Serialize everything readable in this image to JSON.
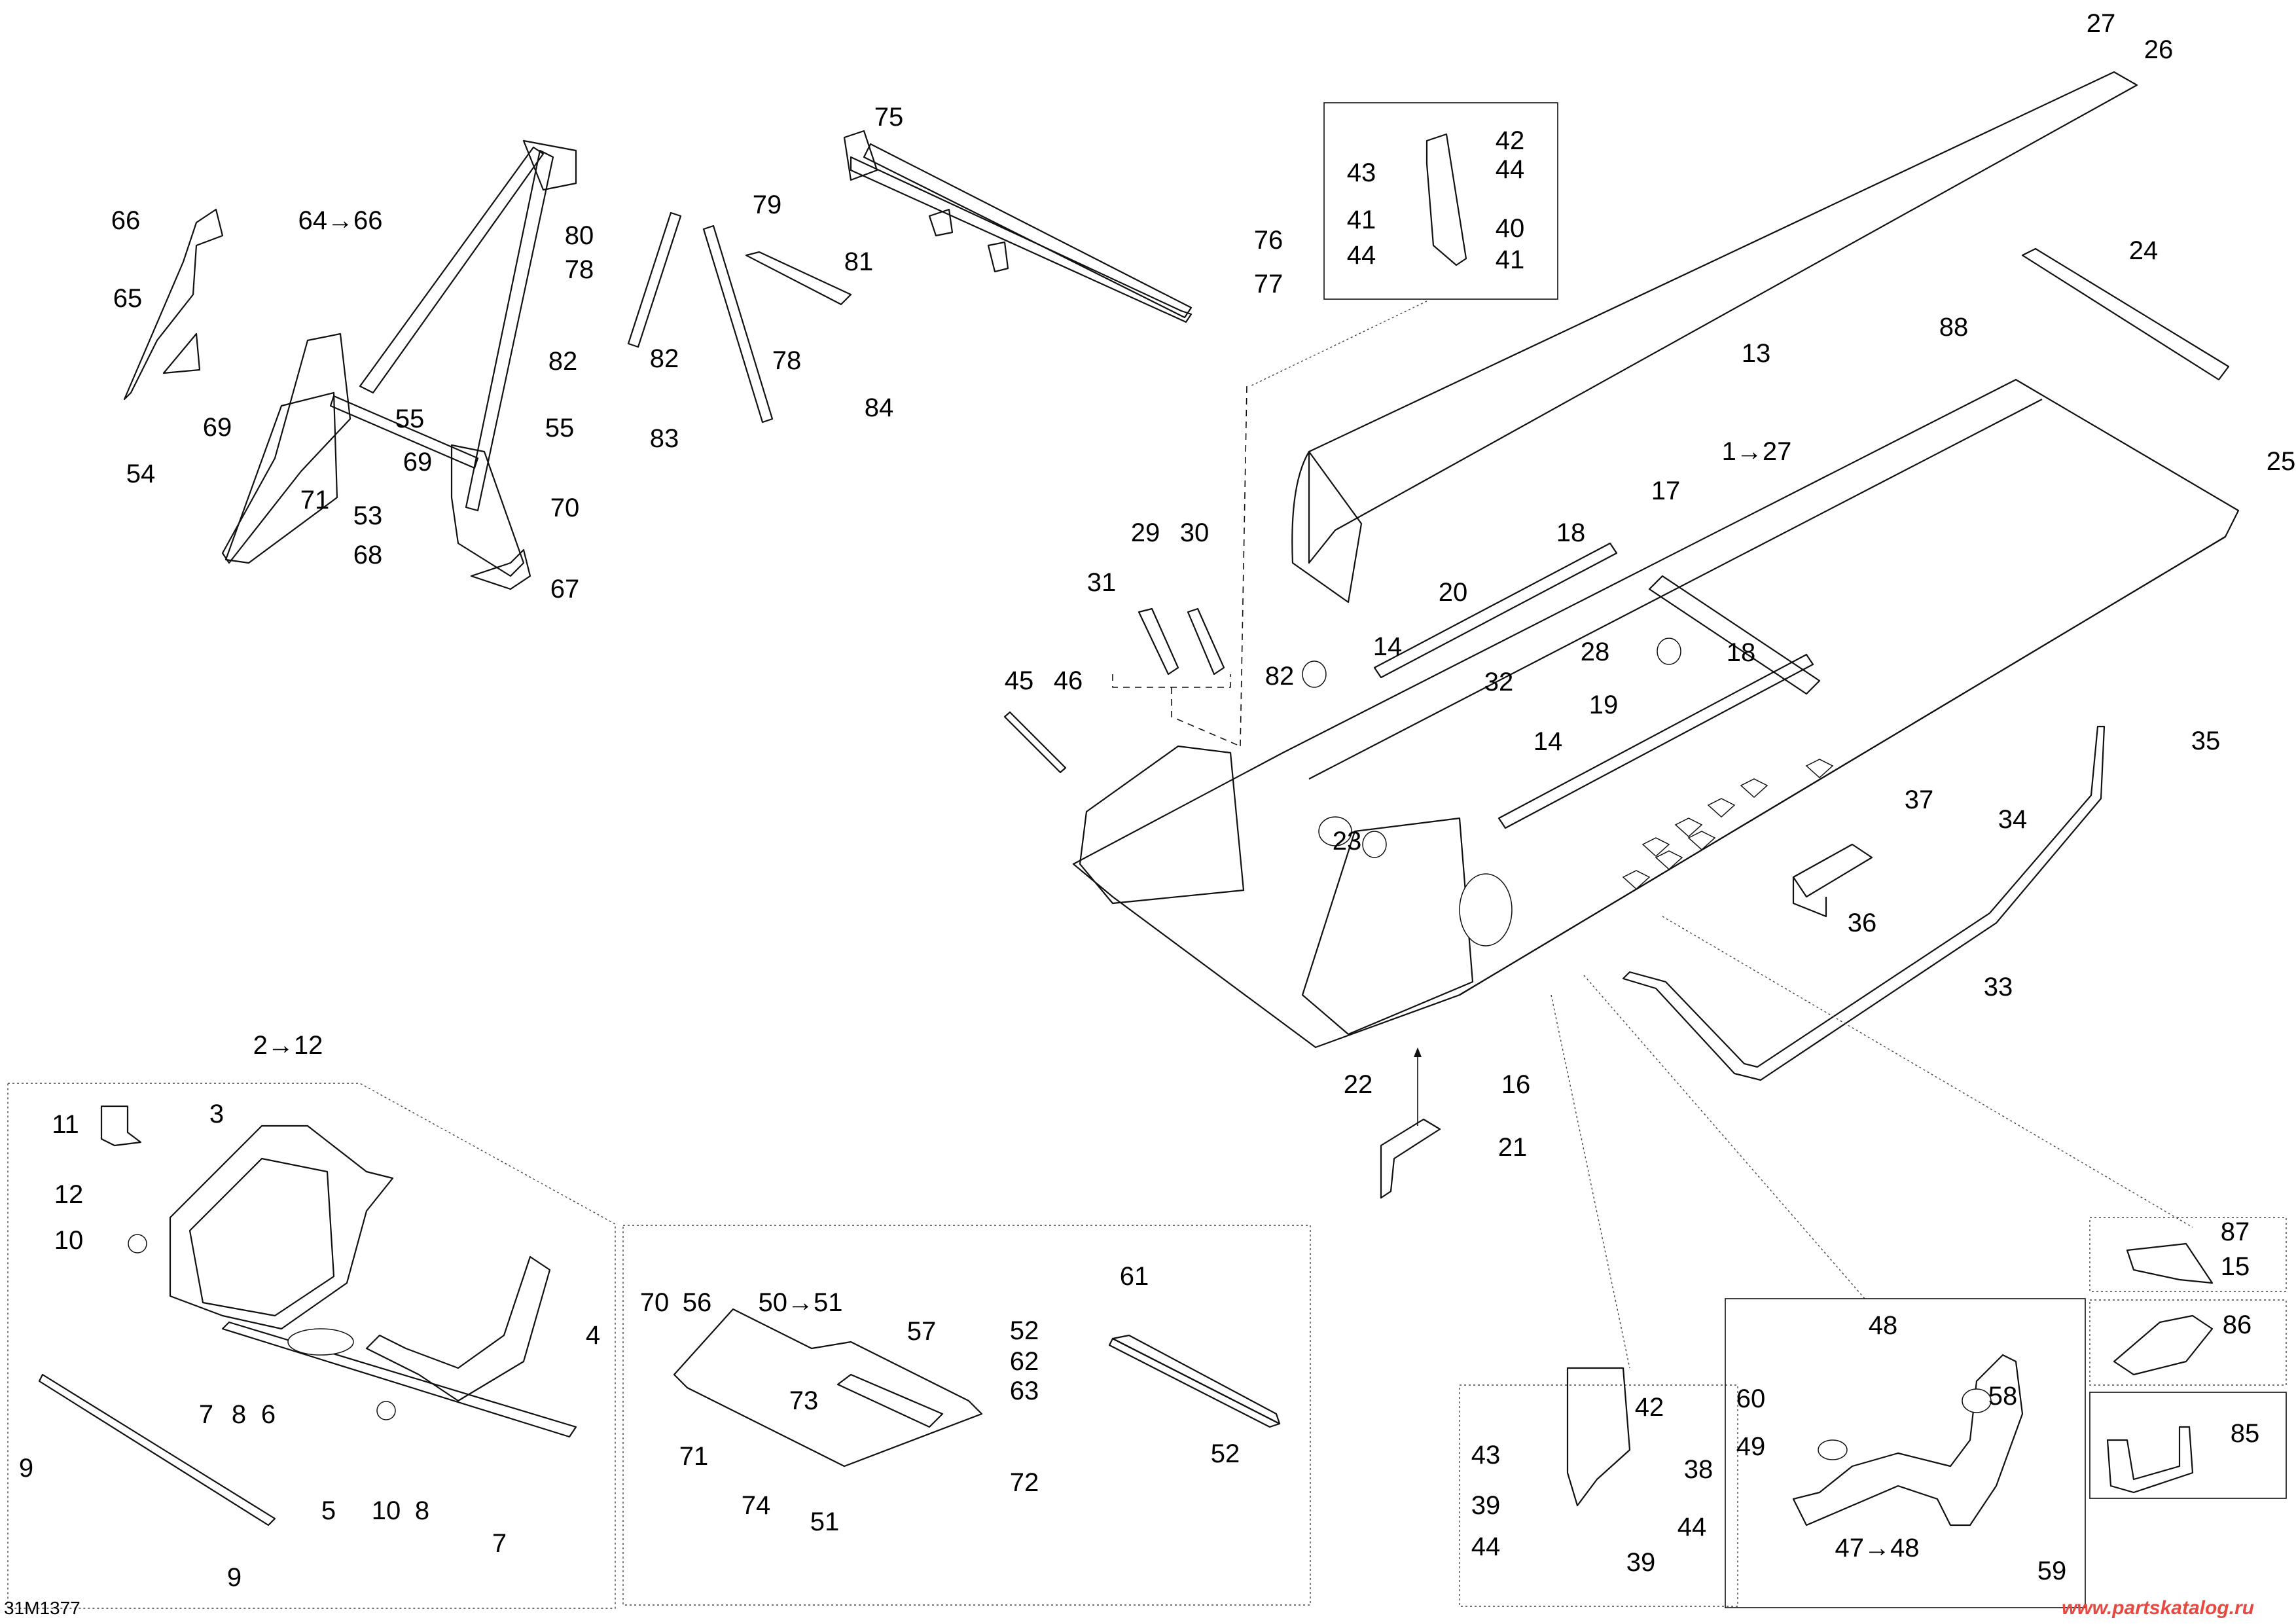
{
  "diagram": {
    "type": "exploded-parts-diagram",
    "subject": "Snowmobile frame / chassis assembly",
    "drawing_code": "31M1377",
    "watermark": "www.partskatalog.ru"
  },
  "labels": {
    "l27": "27",
    "l26": "26",
    "l75": "75",
    "l76": "76",
    "l77": "77",
    "l79": "79",
    "l80": "80",
    "l78a": "78",
    "l78b": "78",
    "l81": "81",
    "l82a": "82",
    "l82b": "82",
    "l83": "83",
    "l84": "84",
    "l66": "66",
    "l64_66": "64→66",
    "l65": "65",
    "l69a": "69",
    "l54": "54",
    "l55a": "55",
    "l55b": "55",
    "l71": "71",
    "l69b": "69",
    "l53": "53",
    "l70": "70",
    "l68": "68",
    "l67": "67",
    "l13": "13",
    "l24": "24",
    "l88": "88",
    "l25": "25",
    "l1_27": "1→27",
    "l17": "17",
    "l18a": "18",
    "l18b": "18",
    "l20": "20",
    "l14a": "14",
    "l14b": "14",
    "l28": "28",
    "l32": "32",
    "l19": "19",
    "l82c": "82",
    "l23": "23",
    "l22": "22",
    "l16": "16",
    "l21": "21",
    "l29": "29",
    "l30": "30",
    "l31": "31",
    "l45": "45",
    "l46": "46",
    "l35": "35",
    "l34": "34",
    "l37": "37",
    "l36": "36",
    "l33": "33",
    "i1_42": "42",
    "i1_43": "43",
    "i1_44a": "44",
    "i1_41a": "41",
    "i1_40": "40",
    "i1_44b": "44",
    "i1_41b": "41",
    "l2_12": "2→12",
    "l11": "11",
    "l3": "3",
    "l12": "12",
    "l10a": "10",
    "l4": "4",
    "l7a": "7",
    "l8a": "8",
    "l6": "6",
    "l9a": "9",
    "l5": "5",
    "l10b": "10",
    "l8b": "8",
    "l7b": "7",
    "l9b": "9",
    "l70b": "70",
    "l56": "56",
    "l50_51": "50→51",
    "l57": "57",
    "l73": "73",
    "l71b": "71",
    "l74": "74",
    "l51": "51",
    "l72": "72",
    "l61": "61",
    "l52a": "52",
    "l62": "62",
    "l63": "63",
    "l52b": "52",
    "i2_42": "42",
    "i2_43": "43",
    "i2_38": "38",
    "i2_39a": "39",
    "i2_44a": "44",
    "i2_44b": "44",
    "i2_39b": "39",
    "i3_48": "48",
    "i3_60": "60",
    "i3_58": "58",
    "i3_49": "49",
    "i3_47_48": "47→48",
    "i3_59": "59",
    "i4_87": "87",
    "i4_15": "15",
    "i5_86": "86",
    "i6_85": "85"
  }
}
